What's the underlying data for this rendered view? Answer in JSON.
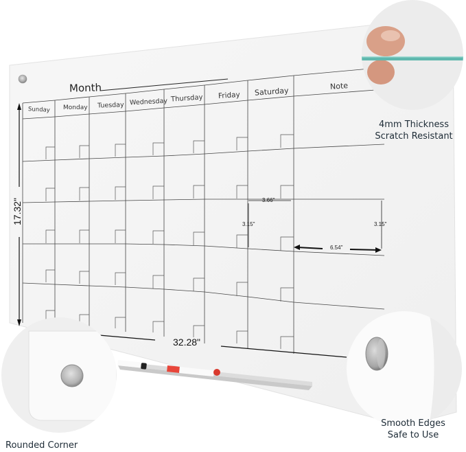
{
  "board": {
    "month_label": "Month",
    "note_label": "Note",
    "days": [
      "Sunday",
      "Monday",
      "Tuesday",
      "Wednesday",
      "Thursday",
      "Friday",
      "Saturday"
    ]
  },
  "dimensions": {
    "height": "17.32\"",
    "width": "32.28\"",
    "cell_width": "3.66\"",
    "cell_height_left": "3.15\"",
    "cell_height_right": "3.15\"",
    "note_width": "6.54\""
  },
  "callouts": {
    "thickness": {
      "line1": "4mm Thickness",
      "line2": "Scratch Resistant"
    },
    "corner": {
      "line1": "Rounded Corner"
    },
    "edges": {
      "line1": "Smooth Edges",
      "line2": "Safe to Use"
    }
  },
  "colors": {
    "glass_edge": "#5fb8ae",
    "caption_text": "#1d2b36",
    "marker_red": "#e8463a",
    "circle_bg": "#ececec"
  }
}
